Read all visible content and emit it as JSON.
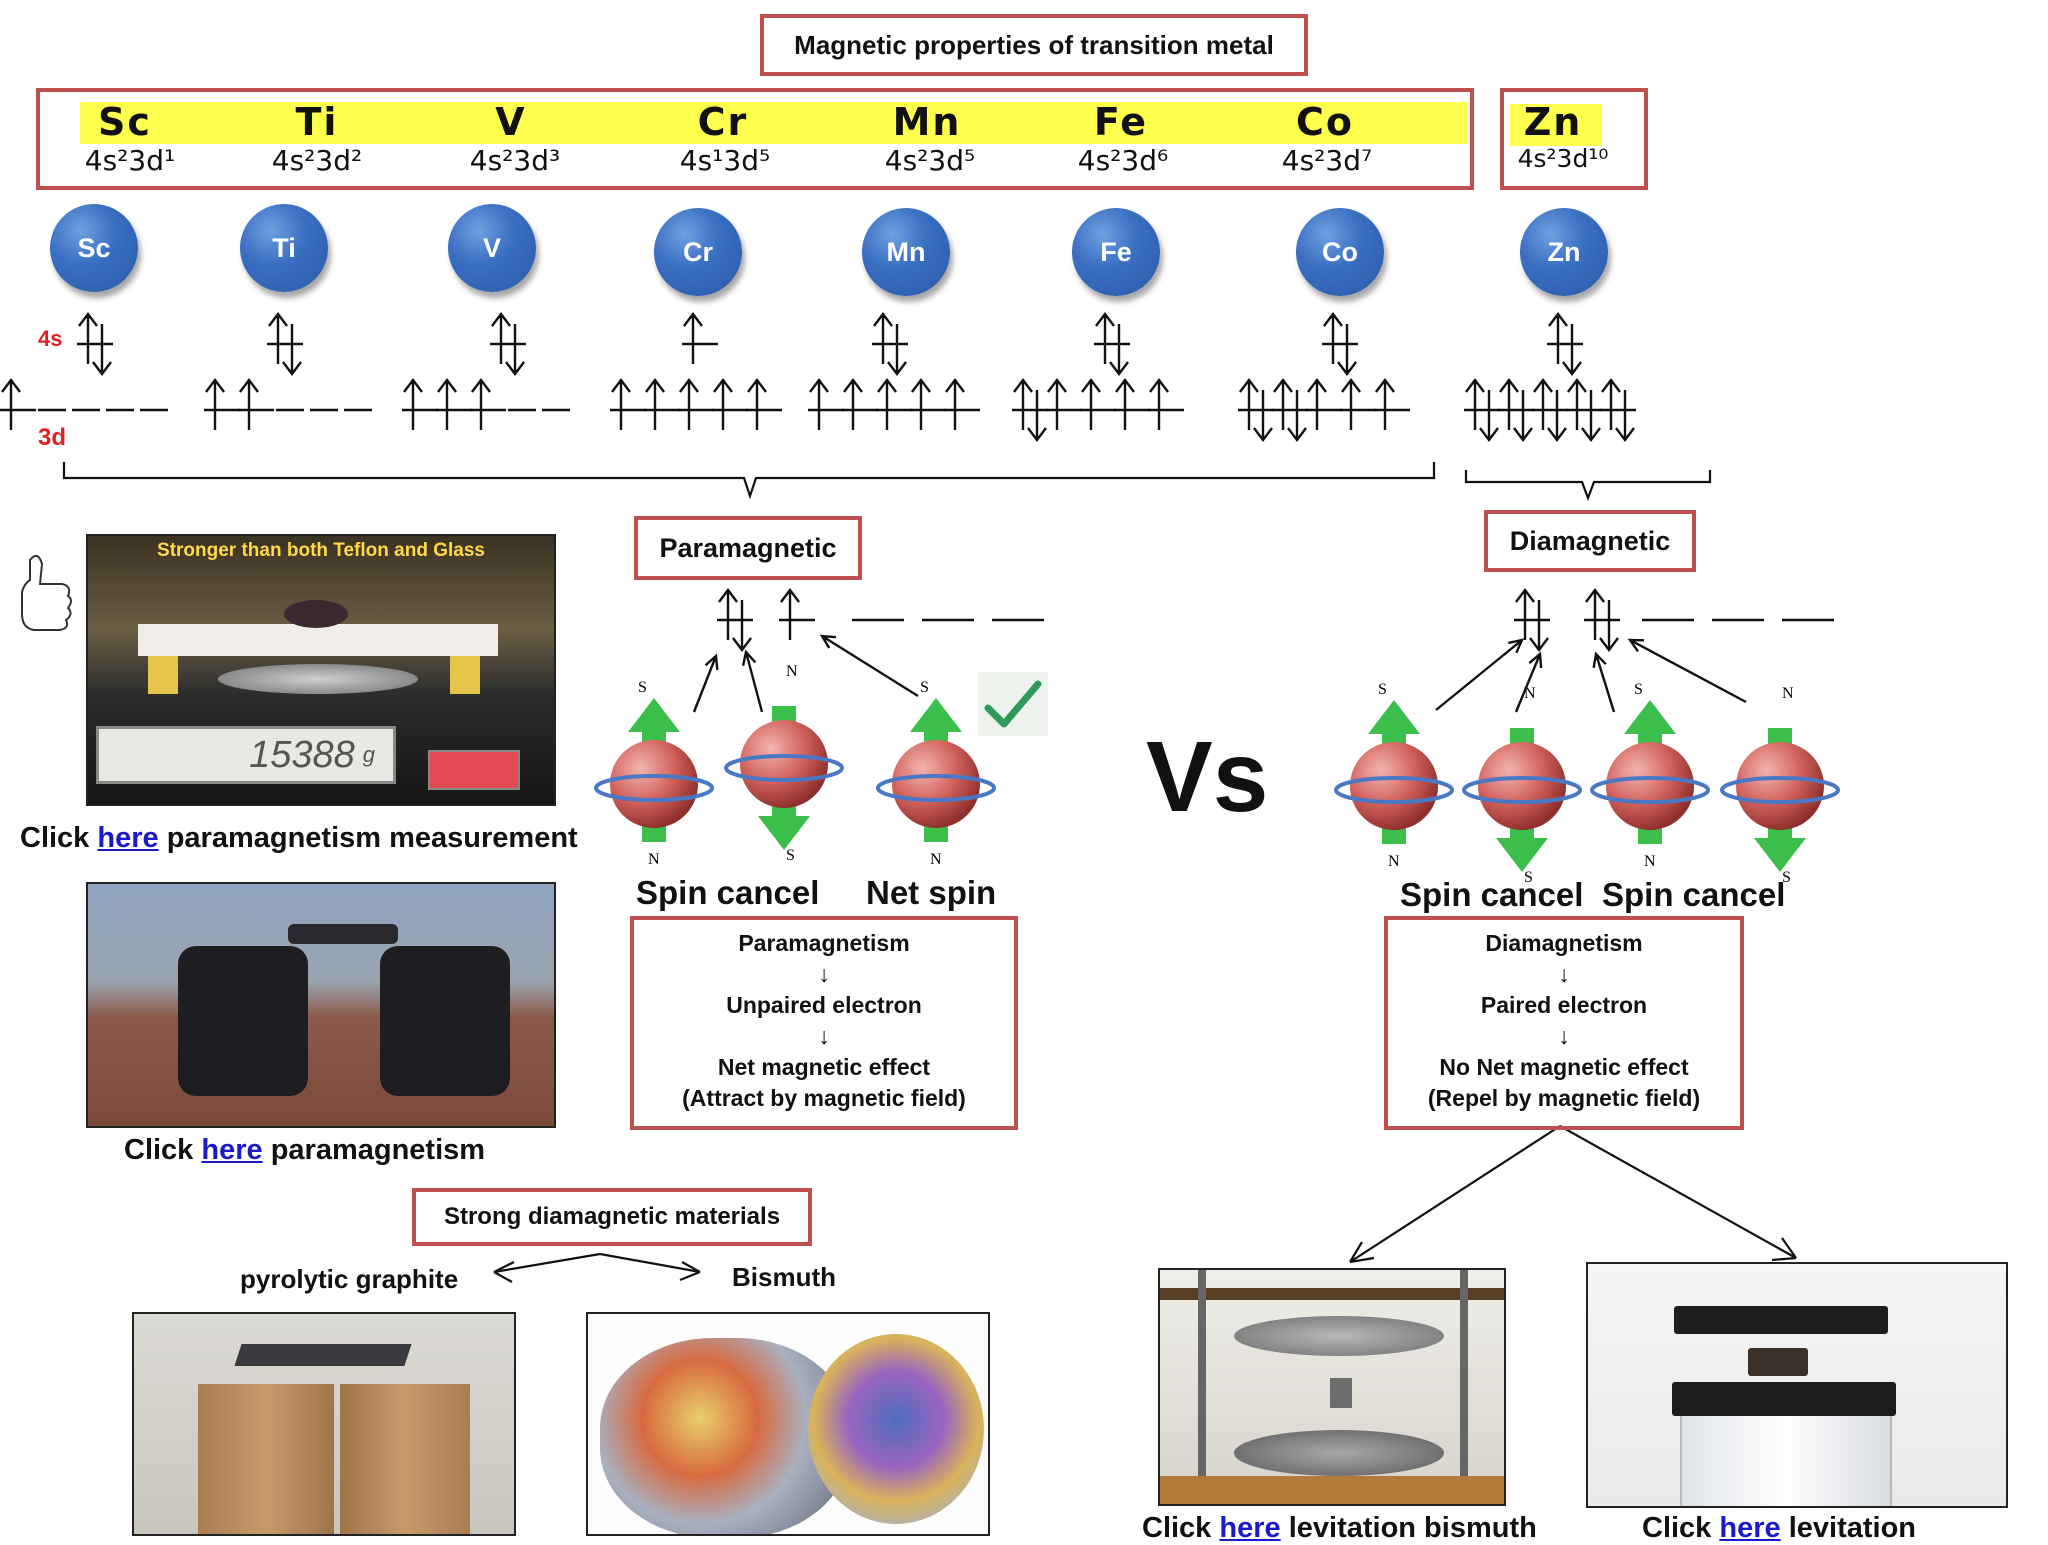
{
  "title": "Magnetic properties of  transition metal",
  "elements": [
    {
      "symbol": "Sc",
      "config": "4s²3d¹"
    },
    {
      "symbol": "Ti",
      "config": "4s²3d²"
    },
    {
      "symbol": "V",
      "config": "4s²3d³"
    },
    {
      "symbol": "Cr",
      "config": "4s¹3d⁵"
    },
    {
      "symbol": "Mn",
      "config": "4s²3d⁵"
    },
    {
      "symbol": "Fe",
      "config": "4s²3d⁶"
    },
    {
      "symbol": "Co",
      "config": "4s²3d⁷"
    },
    {
      "symbol": "Zn",
      "config": "4s²3d¹⁰"
    }
  ],
  "orbital_labels": {
    "s": "4s",
    "d": "3d"
  },
  "paramagnetic": {
    "title": "Paramagnetic",
    "spin_labels": [
      "Spin cancel",
      "Net spin"
    ],
    "flow": [
      "Paramagnetism",
      "↓",
      "Unpaired electron",
      "↓",
      "Net magnetic effect",
      "(Attract by magnetic field)"
    ]
  },
  "diamagnetic": {
    "title": "Diamagnetic",
    "spin_labels": [
      "Spin cancel",
      "Spin cancel"
    ],
    "flow": [
      "Diamagnetism",
      "↓",
      "Paired electron",
      "↓",
      "No Net magnetic effect",
      "(Repel by magnetic field)"
    ]
  },
  "vs_label": "Vs",
  "photo_banner": "Stronger than both Teflon and Glass",
  "scale_reading": "15388",
  "scale_unit": "g",
  "captions": {
    "para_measure": {
      "pre": "Click ",
      "link": "here",
      "post": " paramagnetism measurement"
    },
    "para": {
      "pre": "Click ",
      "link": "here",
      "post": " paramagnetism"
    },
    "lev_bismuth": {
      "pre": "Click ",
      "link": "here",
      "post": " levitation bismuth"
    },
    "levitation": {
      "pre": "Click ",
      "link": "here",
      "post": " levitation"
    }
  },
  "strong_dia": {
    "title": "Strong diamagnetic materials",
    "left": "pyrolytic graphite",
    "right": "Bismuth"
  },
  "pole_labels": {
    "north": "N",
    "south": "S"
  },
  "colors": {
    "frame": "#c0504d",
    "highlight": "#ffff4d",
    "sphere": "#3a6fc2",
    "link": "#1a1acc",
    "arrow_green": "#3bbf4a",
    "electron": "#c8514c"
  }
}
